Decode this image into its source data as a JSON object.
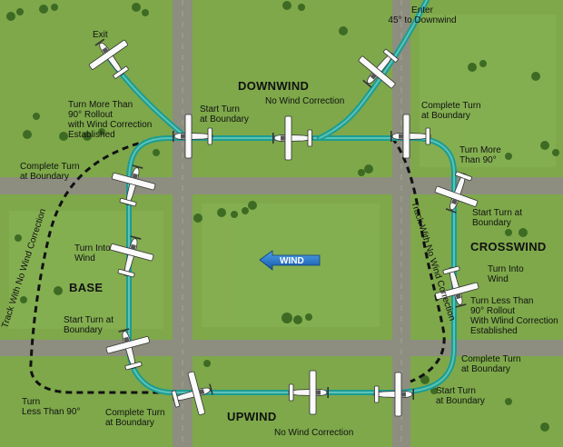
{
  "labels": {
    "enter": "Enter\n45° to Downwind",
    "exit": "Exit",
    "downwind": "DOWNWIND",
    "no_wind_correction_top": "No Wind Correction",
    "start_turn_boundary_top": "Start Turn\nat Boundary",
    "complete_turn_top_right": "Complete Turn\nat Boundary",
    "turn_more_than_90_right": "Turn More\nThan 90°",
    "turn_more_rollout": "Turn More Than\n90° Rollout\nwith Wind Correction\nEstablished",
    "complete_turn_left": "Complete Turn\nat Boundary",
    "start_turn_right": "Start Turn  at\nBoundary",
    "crosswind": "CROSSWIND",
    "turn_into_wind_left": "Turn Into\nWind",
    "turn_into_wind_right": "Turn Into\nWind",
    "base": "BASE",
    "turn_less_rollout": "Turn Less Than\n90° Rollout\nWith Wlind Correction\nEstablished",
    "start_turn_left": "Start Turn  at\nBoundary",
    "complete_turn_bottom_right": "Complete Turn\nat Boundary",
    "start_turn_bottom_right": "Start Turn\nat Boundary",
    "complete_turn_bottom_left": "Complete Turn\nat Boundary",
    "turn_less_than_90": "Turn\nLess Than 90°",
    "upwind": "UPWIND",
    "no_wind_correction_bottom": "No Wind Correction",
    "track_left": "Track With No Wind Correction",
    "track_right": "Track With No Wind Correction",
    "wind": "WIND"
  },
  "colors": {
    "grass": "#6f9a3e",
    "field": "#7fa94a",
    "road": "#8d8e7f",
    "track": "#1d9c92",
    "track_light": "#6fd6c8",
    "wind_arrow": "#1f73c9",
    "dashed": "#111111"
  },
  "icons": [
    "airplane-icon",
    "wind-arrow-icon"
  ]
}
